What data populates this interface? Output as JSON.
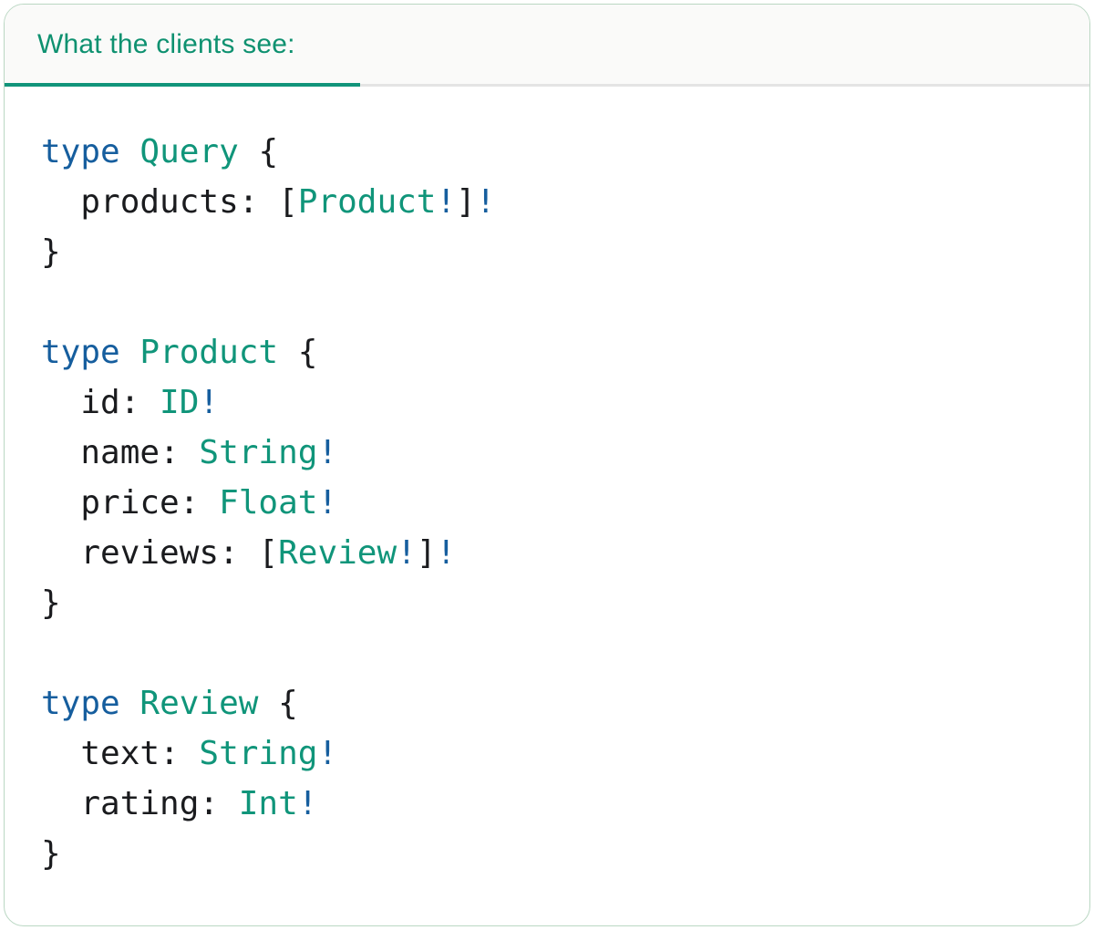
{
  "header": {
    "tab_label": "What the clients see:"
  },
  "colors": {
    "teal": "#0F9574",
    "keyword": "#165E9E",
    "type_name": "#10957A",
    "plain": "#1A1B1E",
    "tab_text": "#0E9170",
    "tab_accent": "#11947A",
    "divider": "#E4E4E4",
    "tabbar_bg": "#FAFAF9",
    "card_border": "#BAD7C3",
    "card_bg": "#FFFFFF"
  },
  "code": {
    "language": "graphql-sdl",
    "lines": [
      [
        {
          "t": "type",
          "c": "keyword"
        },
        {
          "t": " ",
          "c": "plain"
        },
        {
          "t": "Query",
          "c": "type_name"
        },
        {
          "t": " {",
          "c": "plain"
        }
      ],
      [
        {
          "t": "  products: [",
          "c": "plain"
        },
        {
          "t": "Product",
          "c": "type_name"
        },
        {
          "t": "!",
          "c": "keyword"
        },
        {
          "t": "]",
          "c": "plain"
        },
        {
          "t": "!",
          "c": "keyword"
        }
      ],
      [
        {
          "t": "}",
          "c": "plain"
        }
      ],
      [],
      [
        {
          "t": "type",
          "c": "keyword"
        },
        {
          "t": " ",
          "c": "plain"
        },
        {
          "t": "Product",
          "c": "type_name"
        },
        {
          "t": " {",
          "c": "plain"
        }
      ],
      [
        {
          "t": "  id: ",
          "c": "plain"
        },
        {
          "t": "ID",
          "c": "type_name"
        },
        {
          "t": "!",
          "c": "keyword"
        }
      ],
      [
        {
          "t": "  name: ",
          "c": "plain"
        },
        {
          "t": "String",
          "c": "type_name"
        },
        {
          "t": "!",
          "c": "keyword"
        }
      ],
      [
        {
          "t": "  price: ",
          "c": "plain"
        },
        {
          "t": "Float",
          "c": "type_name"
        },
        {
          "t": "!",
          "c": "keyword"
        }
      ],
      [
        {
          "t": "  reviews: [",
          "c": "plain"
        },
        {
          "t": "Review",
          "c": "type_name"
        },
        {
          "t": "!",
          "c": "keyword"
        },
        {
          "t": "]",
          "c": "plain"
        },
        {
          "t": "!",
          "c": "keyword"
        }
      ],
      [
        {
          "t": "}",
          "c": "plain"
        }
      ],
      [],
      [
        {
          "t": "type",
          "c": "keyword"
        },
        {
          "t": " ",
          "c": "plain"
        },
        {
          "t": "Review",
          "c": "type_name"
        },
        {
          "t": " {",
          "c": "plain"
        }
      ],
      [
        {
          "t": "  text: ",
          "c": "plain"
        },
        {
          "t": "String",
          "c": "type_name"
        },
        {
          "t": "!",
          "c": "keyword"
        }
      ],
      [
        {
          "t": "  rating: ",
          "c": "plain"
        },
        {
          "t": "Int",
          "c": "type_name"
        },
        {
          "t": "!",
          "c": "keyword"
        }
      ],
      [
        {
          "t": "}",
          "c": "plain"
        }
      ]
    ]
  }
}
